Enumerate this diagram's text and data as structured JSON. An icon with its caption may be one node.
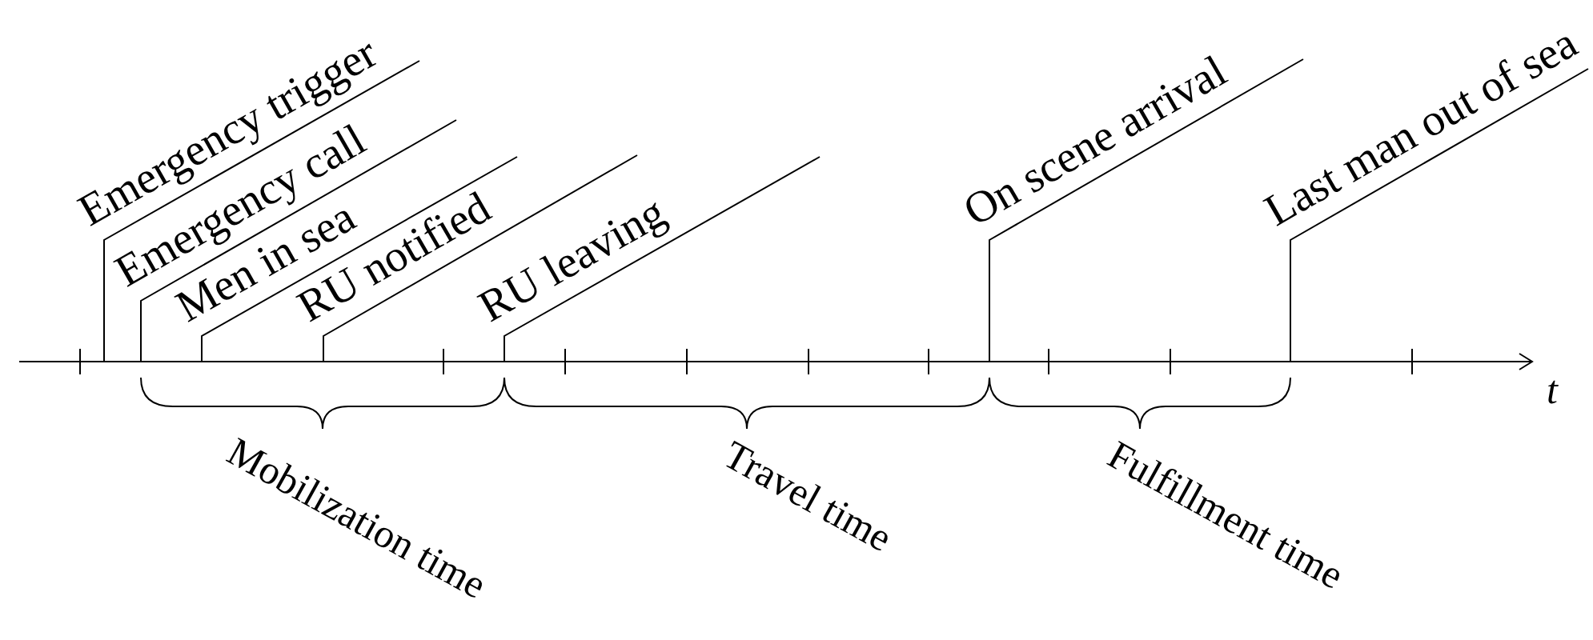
{
  "diagram": {
    "nodes": [
      {
        "text": [
          "Emergency trigger"
        ]
      },
      {
        "text": [
          "Emergency call"
        ]
      },
      {
        "text": [
          "Men in sea"
        ]
      },
      {
        "text": [
          "RU notified"
        ]
      },
      {
        "text": [
          "RU leaving"
        ]
      },
      {
        "text": [
          "On scene arrival"
        ]
      },
      {
        "text": [
          "Last man out of sea"
        ]
      }
    ],
    "edges": [
      {
        "from": 0,
        "to": null,
        "arrow": "none"
      },
      {
        "from": 1,
        "to": null,
        "arrow": "none"
      },
      {
        "from": 2,
        "to": null,
        "arrow": "none"
      },
      {
        "from": 3,
        "to": null,
        "arrow": "none"
      },
      {
        "from": 4,
        "to": null,
        "arrow": "none"
      },
      {
        "from": 5,
        "to": null,
        "arrow": "none"
      },
      {
        "from": 6,
        "to": null,
        "arrow": "none"
      }
    ],
    "labels": [
      "Mobilization time",
      "Travel time",
      "Fulfillment time",
      "t"
    ]
  }
}
